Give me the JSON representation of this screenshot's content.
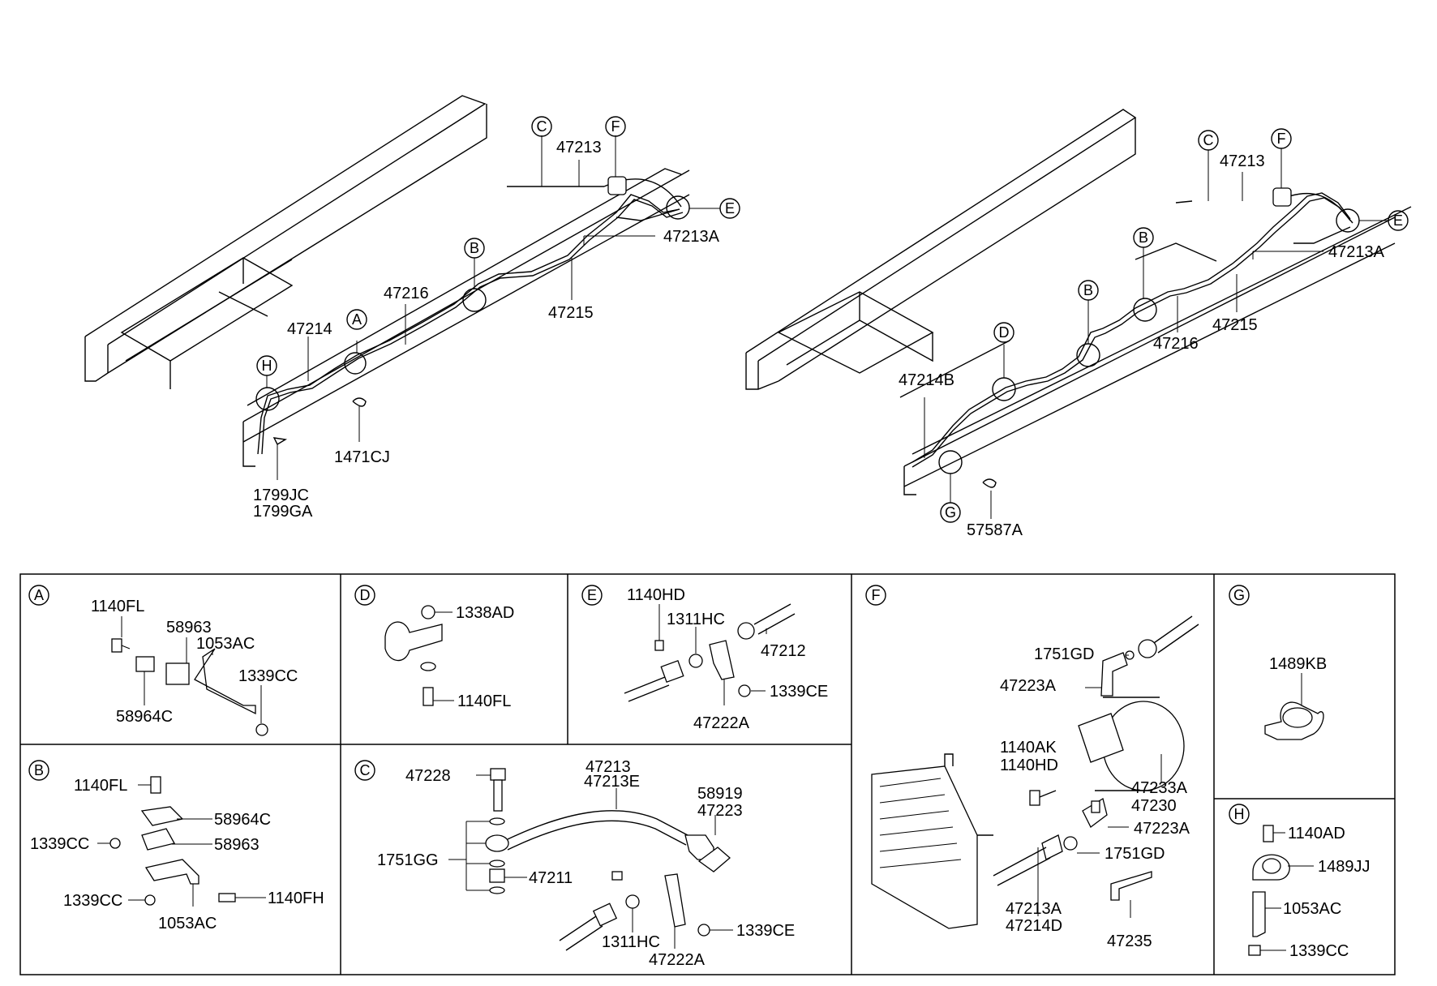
{
  "colors": {
    "ink": "#000000",
    "paper": "#ffffff"
  },
  "callout_letters": [
    "A",
    "B",
    "C",
    "D",
    "E",
    "F",
    "G",
    "H"
  ],
  "left_view": {
    "callouts": {
      "c": "C",
      "f": "F",
      "e": "E",
      "b": "B",
      "a": "A",
      "h": "H"
    },
    "labels": {
      "p47213": "47213",
      "p47213a": "47213A",
      "p47216": "47216",
      "p47215": "47215",
      "p47214": "47214",
      "p1471cj": "1471CJ",
      "p1799jc": "1799JC",
      "p1799ga": "1799GA"
    }
  },
  "right_view": {
    "callouts": {
      "c": "C",
      "f": "F",
      "e": "E",
      "b1": "B",
      "b2": "B",
      "d": "D",
      "g": "G"
    },
    "labels": {
      "p47213": "47213",
      "p47213a": "47213A",
      "p47215": "47215",
      "p47216": "47216",
      "p47214b": "47214B",
      "p57587a": "57587A"
    }
  },
  "detail_panels": {
    "A": {
      "letter": "A",
      "labels": [
        "1140FL",
        "58963",
        "1053AC",
        "1339CC",
        "58964C"
      ]
    },
    "D": {
      "letter": "D",
      "labels": [
        "1338AD",
        "1140FL"
      ]
    },
    "E": {
      "letter": "E",
      "labels": [
        "1140HD",
        "1311HC",
        "47212",
        "1339CE",
        "47222A"
      ]
    },
    "F": {
      "letter": "F",
      "labels": [
        "1751GD",
        "47223A",
        "1140AK",
        "1140HD",
        "47233A",
        "47230",
        "47223A",
        "1751GD",
        "47213A",
        "47214D",
        "47235"
      ]
    },
    "G": {
      "letter": "G",
      "labels": [
        "1489KB"
      ]
    },
    "B": {
      "letter": "B",
      "labels": [
        "1140FL",
        "58964C",
        "1339CC",
        "58963",
        "1339CC",
        "1140FH",
        "1053AC"
      ]
    },
    "C": {
      "letter": "C",
      "labels": [
        "47228",
        "47213",
        "47213E",
        "58919",
        "47223",
        "1751GG",
        "47211",
        "1311HC",
        "47222A",
        "1339CE"
      ]
    },
    "H": {
      "letter": "H",
      "labels": [
        "1140AD",
        "1489JJ",
        "1053AC",
        "1339CC"
      ]
    }
  }
}
